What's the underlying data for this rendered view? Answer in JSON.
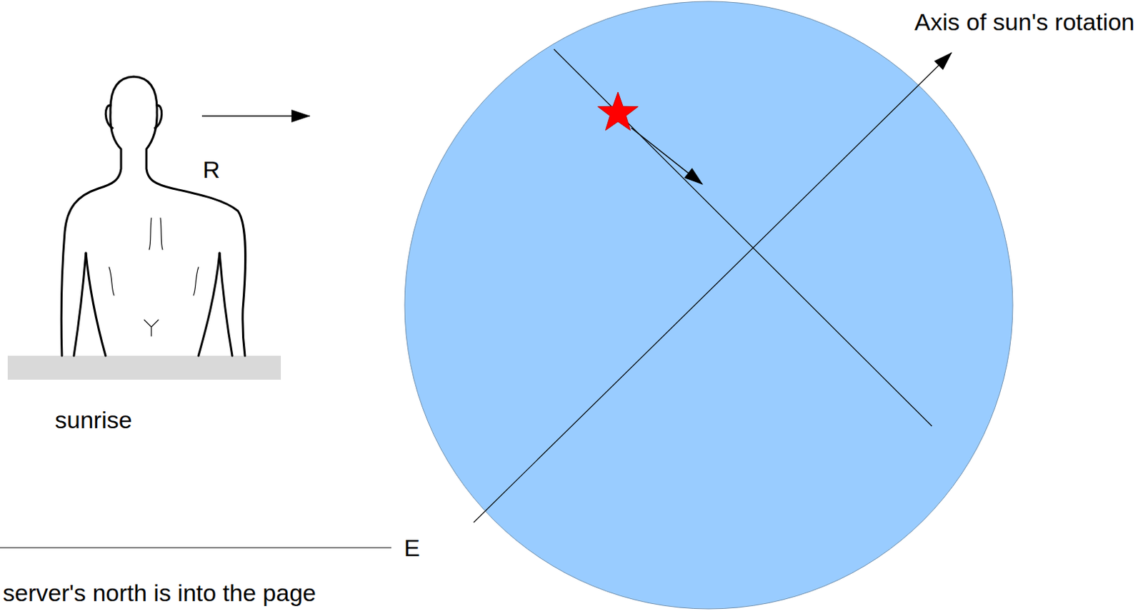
{
  "diagram": {
    "labels": [
      "Axis of sun's rotation",
      "R",
      "sunrise",
      "E",
      "server's north is into the page"
    ]
  }
}
